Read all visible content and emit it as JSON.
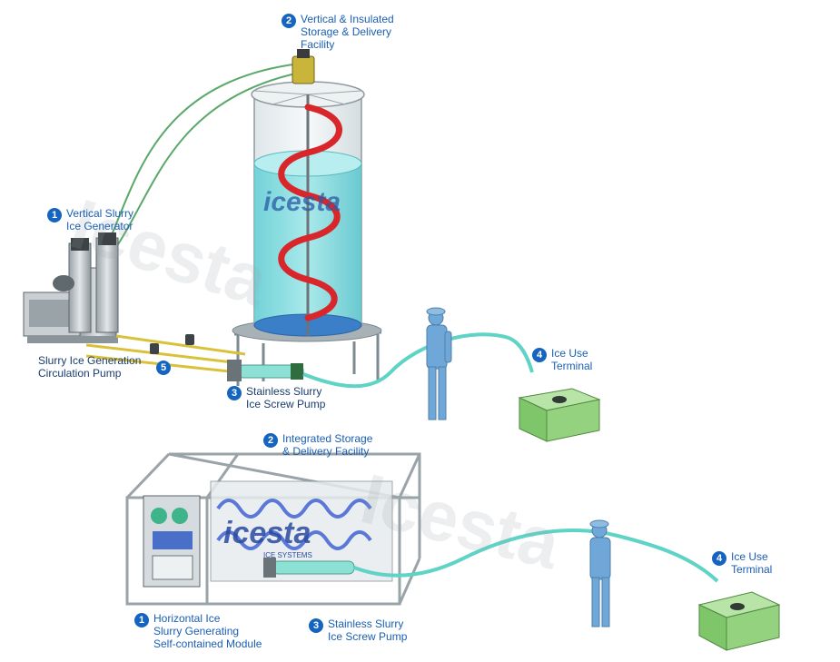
{
  "brand": {
    "logo_text": "icesta",
    "logo_subtext": "ICE SYSTEMS",
    "watermark_text": "Icesta"
  },
  "colors": {
    "callout_blue": "#1565c0",
    "hose_teal": "#5fd3c6",
    "hose_green": "#5aa86a",
    "pipe_yellow": "#d9c23a",
    "tank_water": "#7fdde0",
    "auger_red": "#d9262b",
    "module_blue": "#5a78d8",
    "bin_green": "#8fd17a",
    "operator_blue": "#6fa8d8"
  },
  "top_system": {
    "callout_1": {
      "number": "1",
      "text": "Vertical Slurry\nIce Generator"
    },
    "callout_2": {
      "number": "2",
      "text": "Vertical & Insulated\nStorage & Delivery\nFacility"
    },
    "callout_3": {
      "number": "3",
      "text": "Stainless Slurry\nIce Screw Pump"
    },
    "callout_4": {
      "number": "4",
      "text": "Ice Use\nTerminal"
    },
    "callout_5": {
      "number": "5",
      "text": ""
    },
    "pump_label": "Slurry Ice Generation\nCirculation Pump"
  },
  "bottom_system": {
    "callout_1": {
      "number": "1",
      "text": "Horizontal Ice\nSlurry Generating\nSelf-contained Module"
    },
    "callout_2": {
      "number": "2",
      "text": "Integrated Storage\n& Delivery Facility"
    },
    "callout_3": {
      "number": "3",
      "text": "Stainless Slurry\nIce Screw Pump"
    },
    "callout_4": {
      "number": "4",
      "text": "Ice Use\nTerminal"
    }
  }
}
